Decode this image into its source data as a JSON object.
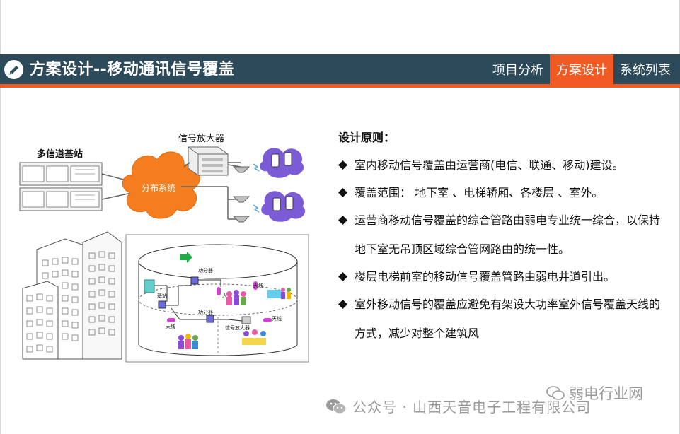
{
  "header": {
    "title": "方案设计--移动通讯信号覆盖",
    "tabs": [
      {
        "label": "项目分析",
        "active": false
      },
      {
        "label": "方案设计",
        "active": true
      },
      {
        "label": "系统列表",
        "active": false
      }
    ],
    "colors": {
      "bar": "#2c4a5a",
      "accent": "#f15a22"
    }
  },
  "diagram": {
    "base_station_label": "多信道基站",
    "amplifier_label": "信号放大器",
    "distribution_label": "分布系统",
    "labels": {
      "power_divider_top": "功分器",
      "power_divider_bottom": "功分器",
      "antenna_right": "天线",
      "antenna_left": "天线",
      "antenna_bottom": "天线",
      "base": "基站",
      "amplifier_small": "信号放大器",
      "antenna_mid": "天线"
    }
  },
  "principles": {
    "title": "设计原则：",
    "items": [
      "室内移动信号覆盖由运营商(电信、联通、移动)建设。",
      "覆盖范围： 地下室 、电梯轿厢、各楼层 、室外。",
      "运营商移动信号覆盖的综合管路由弱电专业统一综合，以保持地下室无吊顶区域综合管网路由的统一性。",
      "楼层电梯前室的移动信号覆盖管路由弱电井道引出。",
      "室外移动信号的覆盖应避免有架设大功率室外信号覆盖天线的方式，减少对整个建筑风"
    ]
  },
  "watermark": {
    "account": "公众号 · 山西天音电子工程有限公司",
    "brand": "弱电行业网"
  }
}
